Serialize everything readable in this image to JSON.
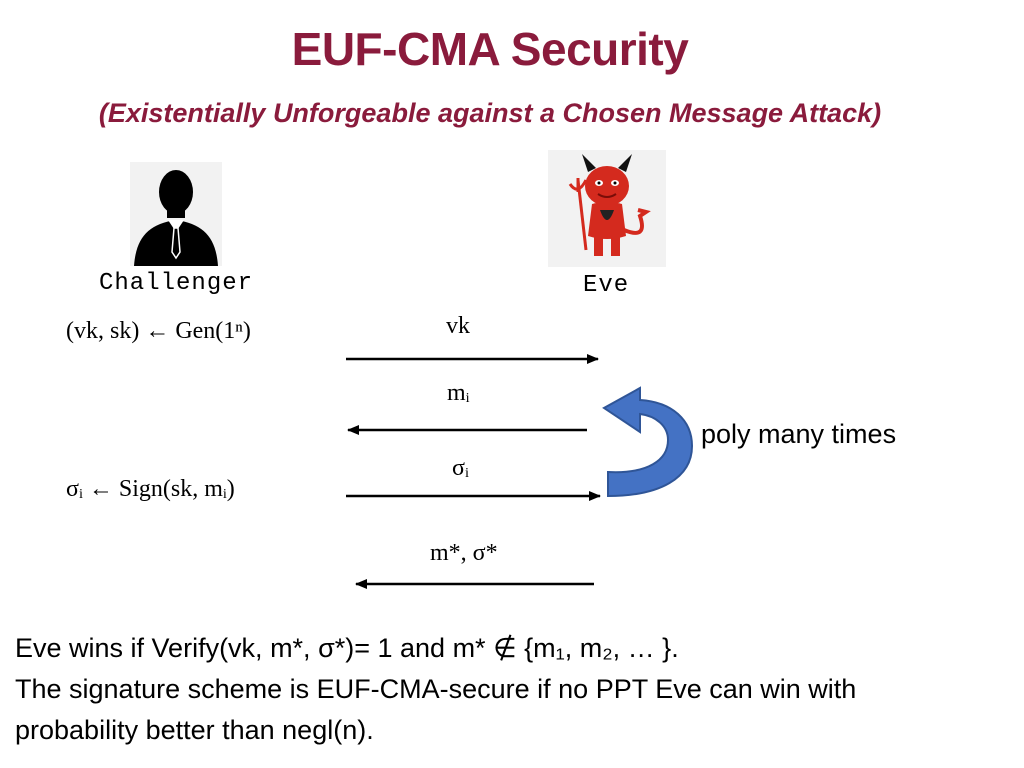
{
  "header": {
    "title": "EUF-CMA Security",
    "subtitle": "(Existentially Unforgeable against a Chosen Message Attack)"
  },
  "parties": {
    "challenger": {
      "label": "Challenger",
      "icon": "person-silhouette-icon"
    },
    "eve": {
      "label": "Eve",
      "icon": "devil-icon"
    }
  },
  "challenger_steps": {
    "keygen": "(vk, sk) ← Gen(1ⁿ)",
    "sign": "σᵢ ← Sign(sk, mᵢ)"
  },
  "messages": {
    "vk": "vk",
    "mi": "mᵢ",
    "sigma_i": "σᵢ",
    "forgery": "m*, σ*"
  },
  "loop": {
    "label": "poly many times",
    "color": "#4472c4"
  },
  "footer": {
    "line1": "Eve wins if Verify(vk, m*, σ*)= 1 and m* ∉ {m₁, m₂, … }.",
    "line2": "The signature scheme is EUF-CMA-secure if no PPT Eve can win with",
    "line3": "probability better than negl(n)."
  },
  "colors": {
    "title": "#8a1b3c",
    "devil": "#d42a1e",
    "arrow": "#000000"
  }
}
